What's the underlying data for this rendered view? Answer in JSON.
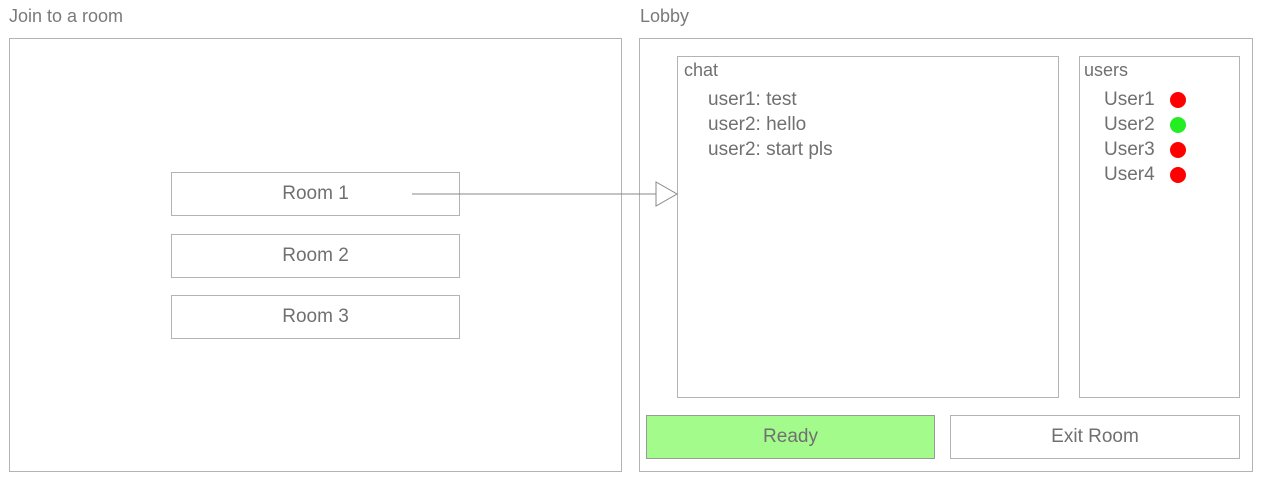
{
  "join_screen": {
    "title": "Join to a room",
    "rooms": [
      {
        "label": "Room 1"
      },
      {
        "label": "Room 2"
      },
      {
        "label": "Room 3"
      }
    ]
  },
  "lobby": {
    "title": "Lobby",
    "chat": {
      "title": "chat",
      "messages": [
        {
          "text": "user1: test"
        },
        {
          "text": "user2: hello"
        },
        {
          "text": "user2: start pls"
        }
      ]
    },
    "users": {
      "title": "users",
      "list": [
        {
          "name": "User1",
          "status_color": "#ff0000"
        },
        {
          "name": "User2",
          "status_color": "#22ee22"
        },
        {
          "name": "User3",
          "status_color": "#ff0000"
        },
        {
          "name": "User4",
          "status_color": "#ff0000"
        }
      ]
    },
    "ready_label": "Ready",
    "ready_color": "#a3fb8c",
    "exit_label": "Exit Room"
  }
}
